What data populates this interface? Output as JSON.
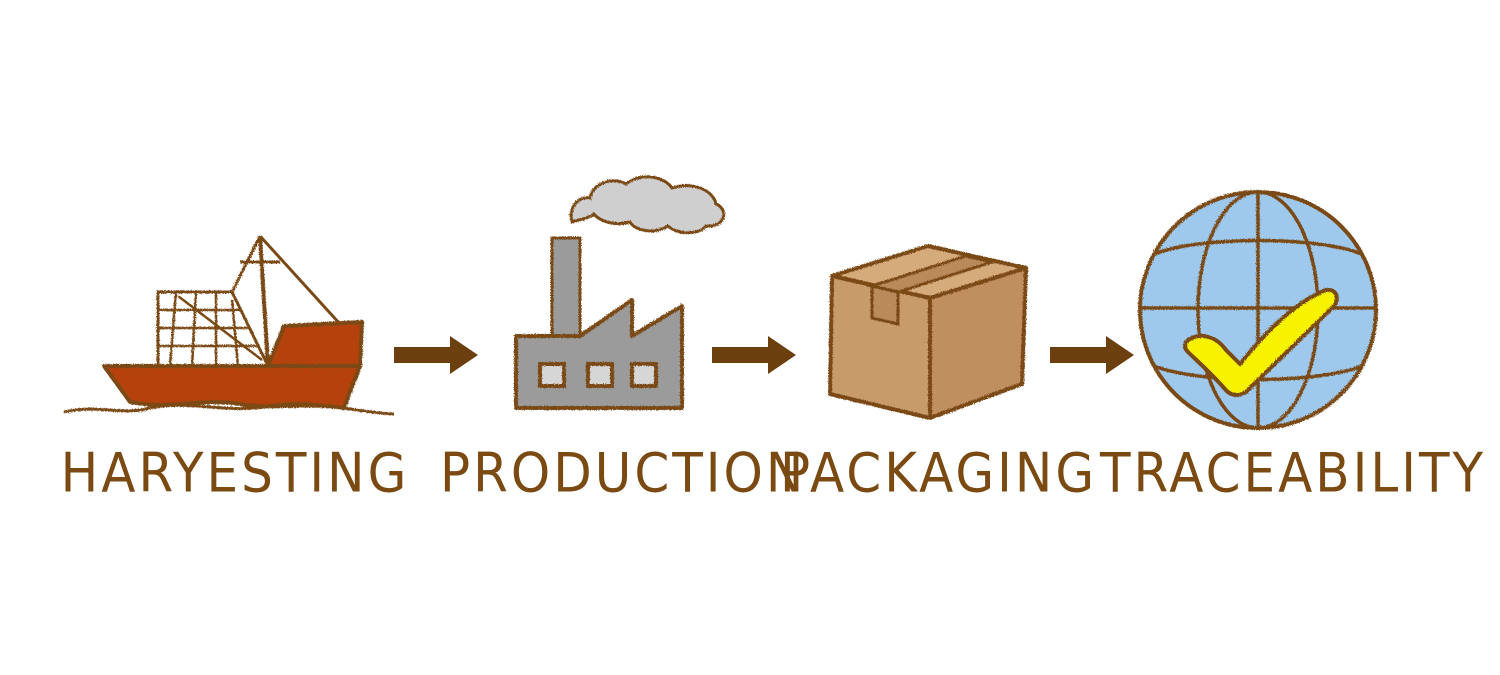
{
  "steps": [
    {
      "id": "harvesting",
      "label": "HARYESTING",
      "icon": "fishing-boat-icon"
    },
    {
      "id": "production",
      "label": "PRODUCTION",
      "icon": "factory-icon"
    },
    {
      "id": "packaging",
      "label": "PACKAGING",
      "icon": "cardboard-box-icon"
    },
    {
      "id": "traceability",
      "label": "TRACEABILITY",
      "icon": "globe-checkmark-icon"
    }
  ],
  "colors": {
    "outline": "#7a4a12",
    "boat_hull": "#b5420f",
    "factory": "#9b9b9b",
    "smoke": "#cfcfcf",
    "box": "#c89b6b",
    "globe": "#9ec8ec",
    "check": "#f7f200",
    "arrow": "#6b3f0e"
  }
}
